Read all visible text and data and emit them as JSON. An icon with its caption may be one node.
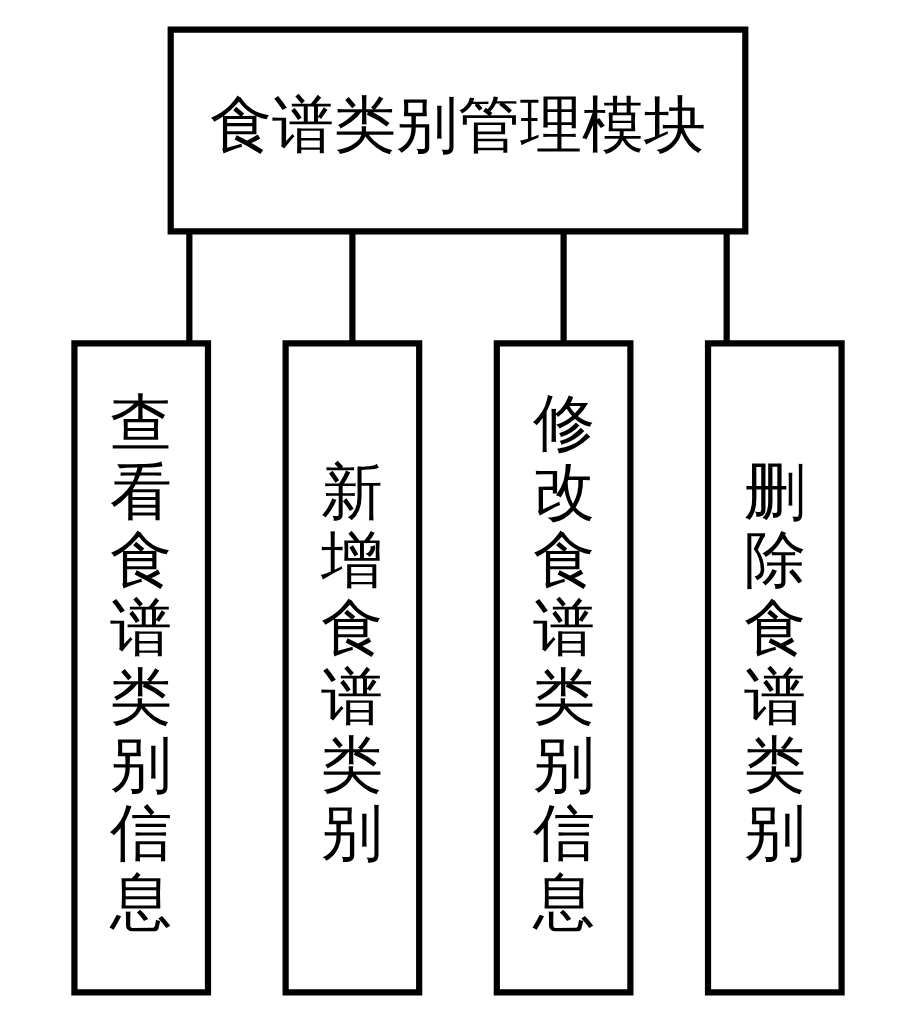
{
  "diagram": {
    "nodes": [
      {
        "text": [
          "食谱类别管理模块"
        ]
      },
      {
        "text": [
          "查看食谱类别信息"
        ]
      },
      {
        "text": [
          "新增食谱类别"
        ]
      },
      {
        "text": [
          "修改食谱类别信息"
        ]
      },
      {
        "text": [
          "删除食谱类别"
        ]
      }
    ],
    "edges": [
      {
        "from": 0,
        "to": 1,
        "arrow": "none"
      },
      {
        "from": 0,
        "to": 2,
        "arrow": "none"
      },
      {
        "from": 0,
        "to": 3,
        "arrow": "none"
      },
      {
        "from": 0,
        "to": 4,
        "arrow": "none"
      }
    ]
  }
}
